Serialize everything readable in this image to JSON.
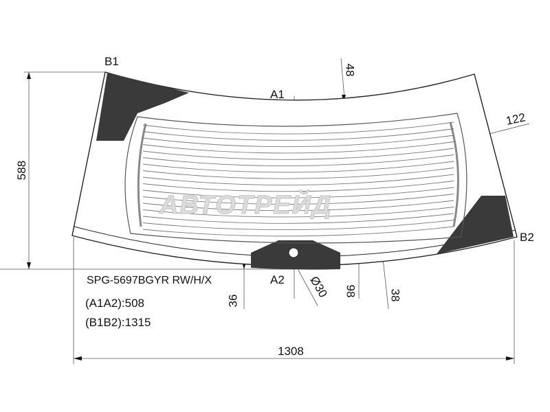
{
  "points": {
    "b1": "B1",
    "b2": "B2",
    "a1": "A1",
    "a2": "A2"
  },
  "dimensions": {
    "height": "588",
    "width": "1308",
    "top_margin": "48",
    "side_margin": "122",
    "bottom_36": "36",
    "hole_diameter": "Ø30",
    "bottom_98": "98",
    "bottom_38": "38"
  },
  "part": {
    "code": "SPG-5697BGYR RW/H/X",
    "a1a2": "(A1A2):508",
    "b1b2": "(B1B2):1315"
  },
  "watermark": "АВТОТРЕЙД",
  "colors": {
    "line": "#222222",
    "ceramic": "#3a3a3a",
    "heater": "#777777"
  }
}
